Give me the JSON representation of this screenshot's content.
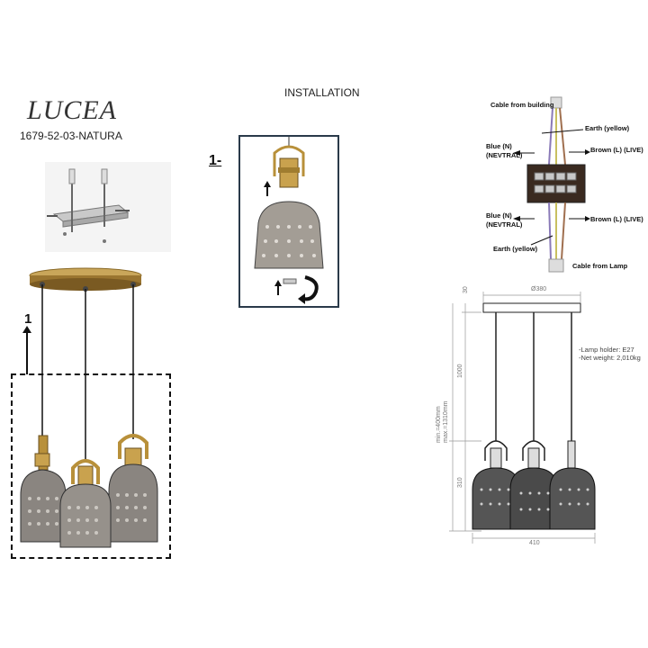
{
  "product": {
    "brand": "LUCEA",
    "code": "1679-52-03-NATURA"
  },
  "installation": {
    "title": "INSTALLATION",
    "step_label": "1-",
    "side_step_label": "1"
  },
  "wiring": {
    "cable_from_building": "Cable from building",
    "earth_top": "Earth (yellow)",
    "blue_top_line1": "Blue (N)",
    "blue_top_line2": "(NEVTRAL)",
    "brown_top": "Brown (L) (LIVE)",
    "blue_bottom_line1": "Blue (N)",
    "blue_bottom_line2": "(NEVTRAL)",
    "brown_bottom": "Brown (L) (LIVE)",
    "earth_bottom": "Earth (yellow)",
    "cable_from_lamp": "Cable from Lamp"
  },
  "dimensions": {
    "canopy_diameter": "Ø380",
    "canopy_height": "30",
    "cable_length": "1000",
    "shade_height": "310",
    "total_height": "min.=400mm\nmax.=1310mm",
    "total_width": "410"
  },
  "specs": {
    "lamp_holder": "-Lamp holder: E27",
    "net_weight": "-Net weight: 2,010kg"
  },
  "colors": {
    "brass": "#b8903a",
    "shade_smoke": "#8a8580",
    "outline": "#111111"
  }
}
